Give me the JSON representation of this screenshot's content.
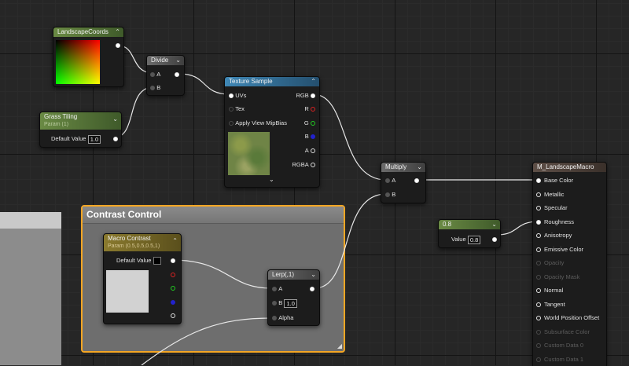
{
  "nodes": {
    "landscape_coords": {
      "title": "LandscapeCoords"
    },
    "divide": {
      "title": "Divide",
      "inputs": [
        "A",
        "B"
      ]
    },
    "grass_tiling": {
      "title": "Grass Tiling",
      "subtitle": "Param (1)",
      "default_label": "Default Value",
      "default_value": "1.0"
    },
    "texture_sample": {
      "title": "Texture Sample",
      "inputs": [
        "UVs",
        "Tex",
        "Apply View MipBias"
      ],
      "outputs": [
        "RGB",
        "R",
        "G",
        "B",
        "A",
        "RGBA"
      ]
    },
    "multiply": {
      "title": "Multiply",
      "inputs": [
        "A",
        "B"
      ]
    },
    "material": {
      "title": "M_LandscapeMacro",
      "inputs": [
        "Base Color",
        "Metallic",
        "Specular",
        "Roughness",
        "Anisotropy",
        "Emissive Color",
        "Opacity",
        "Opacity Mask",
        "Normal",
        "Tangent",
        "World Position Offset",
        "Subsurface Color",
        "Custom Data 0",
        "Custom Data 1"
      ]
    },
    "scalar_param": {
      "value_label": "Value",
      "title": "0.8",
      "value": "0.8"
    },
    "macro_contrast": {
      "title": "Macro Contrast",
      "subtitle": "Param (0.5,0.5,0.5,1)",
      "default_label": "Default Value"
    },
    "lerp": {
      "title": "Lerp(,1)",
      "inputs": [
        "A",
        "B",
        "Alpha"
      ],
      "b_value": "1.0"
    }
  },
  "comment": {
    "title": "Contrast Control"
  },
  "icons": {
    "collapse": "chevron-up-icon",
    "expand": "chevron-down-icon"
  },
  "colors": {
    "comment_border": "#f4a623",
    "texture_header": "#3f87b5",
    "param_header": "#6a8a44"
  }
}
